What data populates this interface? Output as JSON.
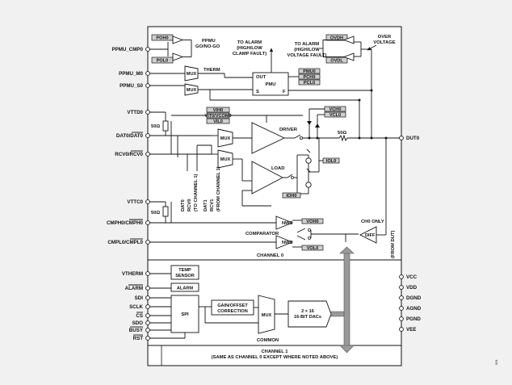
{
  "pins_left": {
    "ppmu_cmp0": "PPMU_CMP0",
    "ppmu_m0": "PPMU_M0",
    "ppmu_s0": "PPMU_S0",
    "vttd0": "VTTD0",
    "dat0": "DAT0/DAT0",
    "rcv0": "RCV0/RCV0",
    "vttc0": "VTTC0",
    "cmph0": "CMPH0/CMPH0",
    "cmpl0": "CMPL0/CMPL0",
    "vtherm": "VTHERM",
    "alarm": "ALARM",
    "sdi": "SDI",
    "sclk": "SCLK",
    "cs": "CS",
    "sdo": "SDO",
    "busy": "BUSY",
    "rst": "RST"
  },
  "pins_right": {
    "dut0": "DUT0",
    "vcc": "VCC",
    "vdd": "VDD",
    "dgnd": "DGND",
    "agnd": "AGND",
    "pgnd": "PGND",
    "vee": "VEE"
  },
  "registers": {
    "poh0": "POH0",
    "pol0": "POL0",
    "ovdh": "OVDH",
    "ovdl": "OVDL",
    "pmu0": "PMU0",
    "pch0": "PCH0",
    "pcl0": "PCL0",
    "vih0": "VIH0",
    "vit0": "VIT0/VCOM0",
    "vil0": "VIL0",
    "vch0": "VCH0",
    "vcl0": "VCL0",
    "iol0": "IOL0",
    "ioh0": "IOH0",
    "voh0": "VOH0",
    "vol0": "VOL0"
  },
  "labels": {
    "ppmu_go": "PPMU",
    "ppmu_go2": "GO/NO-GO",
    "to_alarm1": "TO ALARM",
    "to_alarm1b": "(HIGH/LOW",
    "to_alarm1c": "CLAMP FAULT)",
    "to_alarm2": "TO ALARM",
    "to_alarm2b": "(HIGH/LOW",
    "to_alarm2c": "VOLTAGE FAULT)",
    "over": "OVER",
    "voltage": "VOLTAGE",
    "therm": "THERM",
    "mux": "MUX",
    "pmu_out": "OUT",
    "pmu_name": "PMU",
    "pmu_s": "S",
    "pmu_f": "F",
    "driver": "DRIVER",
    "load": "LOAD",
    "res50_drv": "50Ω",
    "res50_a": "50Ω",
    "res50_b": "50Ω",
    "dat0_rot": "DAT0",
    "rcv0_rot": "RCV0",
    "to_ch1": "(TO CHANNEL 1)",
    "dat1_rot": "DAT1",
    "rcv1_rot": "RCV1",
    "from_ch1": "(FROM CHANNEL 1)",
    "comparator": "COMPARATOR",
    "nwc": "NWC",
    "ch0_only": "CH0 ONLY",
    "diff": "DIFF",
    "from_dut": "(FROM DUT)",
    "channel0": "CHANNEL 0",
    "temp1": "TEMP",
    "temp2": "SENSOR",
    "alarm_box": "ALARM",
    "spi": "SPI",
    "gain1": "GAIN/OFFSET",
    "gain2": "CORRECTION",
    "dac1": "2 × 16",
    "dac2": "16-BIT DACs",
    "common": "COMMON",
    "channel1": "CHANNEL 1",
    "channel1_note": "(SAME AS CHANNEL 0 EXCEPT WHERE NOTED ABOVE)",
    "fig_no": "001"
  }
}
